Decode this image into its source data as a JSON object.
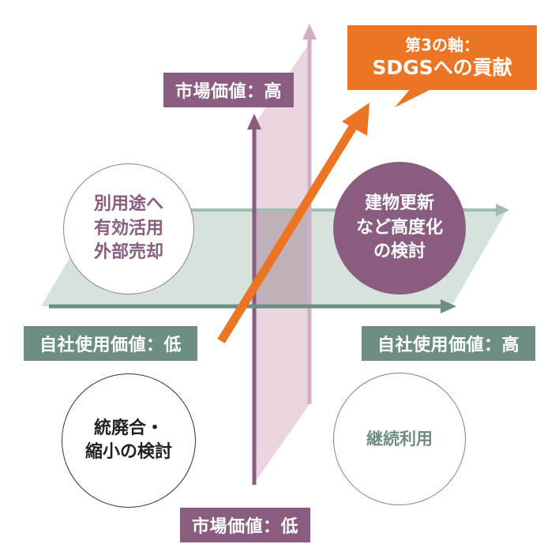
{
  "labels": {
    "market_high": "市場価値：高",
    "market_low": "市場価値：低",
    "self_low": "自社使用価値：低",
    "self_high": "自社使用価値：高"
  },
  "callout": {
    "line1": "第3の軸：",
    "line2": "SDGSへの貢献"
  },
  "quadrants": {
    "top_left": [
      "別用途へ",
      "有効活用",
      "外部売却"
    ],
    "top_right": [
      "建物更新",
      "など高度化",
      "の検討"
    ],
    "bottom_left": [
      "統廃合・",
      "縮小の検討"
    ],
    "bottom_right": [
      "継続利用"
    ]
  },
  "colors": {
    "market_purple": "#8a5d80",
    "plane_pink": "#e7d1dd",
    "self_green": "#6d8e82",
    "plane_green": "#d6e3dd",
    "accent_orange": "#ec7524"
  }
}
